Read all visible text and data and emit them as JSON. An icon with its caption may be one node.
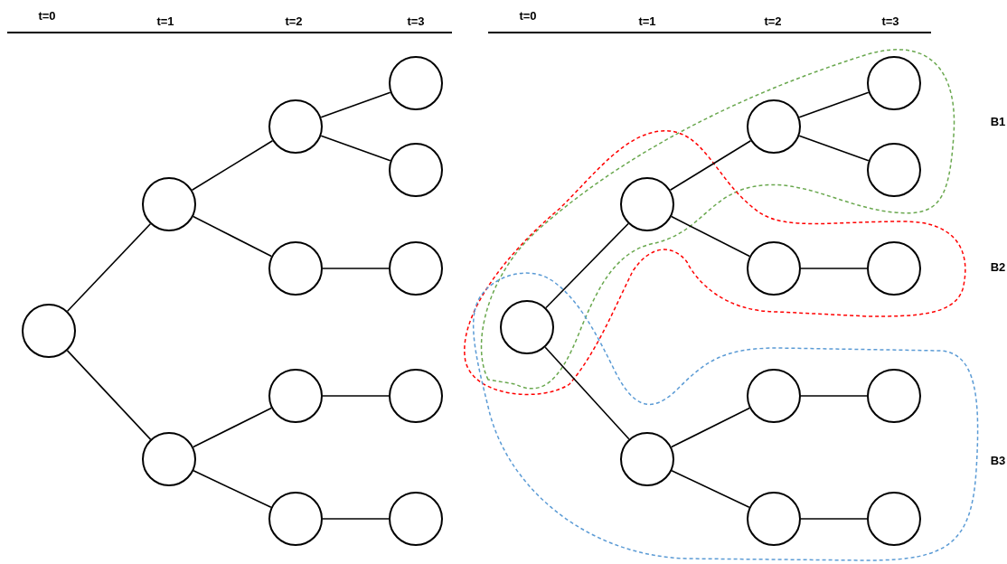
{
  "diagram": {
    "nodes": [
      {
        "text": [],
        "shape": "circle"
      },
      {
        "text": [],
        "shape": "circle"
      },
      {
        "text": [],
        "shape": "circle"
      },
      {
        "text": [],
        "shape": "circle"
      },
      {
        "text": [],
        "shape": "circle"
      },
      {
        "text": [],
        "shape": "circle"
      },
      {
        "text": [],
        "shape": "circle"
      },
      {
        "text": [],
        "shape": "circle"
      },
      {
        "text": [],
        "shape": "circle"
      },
      {
        "text": [],
        "shape": "circle"
      },
      {
        "text": [],
        "shape": "circle"
      },
      {
        "text": [],
        "shape": "circle"
      },
      {
        "text": [],
        "shape": "circle"
      },
      {
        "text": [],
        "shape": "circle"
      },
      {
        "text": [],
        "shape": "circle"
      },
      {
        "text": [],
        "shape": "circle"
      },
      {
        "text": [],
        "shape": "circle"
      },
      {
        "text": [],
        "shape": "circle"
      },
      {
        "text": [],
        "shape": "circle"
      },
      {
        "text": [],
        "shape": "circle"
      },
      {
        "text": [],
        "shape": "circle"
      },
      {
        "text": [],
        "shape": "circle"
      },
      {
        "text": [],
        "shape": "circle"
      },
      {
        "text": [],
        "shape": "circle"
      }
    ],
    "edges": [
      {
        "from": 0,
        "to": 1,
        "arrow": "none"
      },
      {
        "from": 0,
        "to": 2,
        "arrow": "none"
      },
      {
        "from": 1,
        "to": 3,
        "arrow": "none"
      },
      {
        "from": 1,
        "to": 4,
        "arrow": "none"
      },
      {
        "from": 2,
        "to": 5,
        "arrow": "none"
      },
      {
        "from": 2,
        "to": 6,
        "arrow": "none"
      },
      {
        "from": 3,
        "to": 7,
        "arrow": "none"
      },
      {
        "from": 3,
        "to": 8,
        "arrow": "none"
      },
      {
        "from": 4,
        "to": 9,
        "arrow": "none"
      },
      {
        "from": 5,
        "to": 10,
        "arrow": "none"
      },
      {
        "from": 6,
        "to": 11,
        "arrow": "none"
      },
      {
        "from": 12,
        "to": 13,
        "arrow": "none"
      },
      {
        "from": 12,
        "to": 14,
        "arrow": "none"
      },
      {
        "from": 13,
        "to": 15,
        "arrow": "none"
      },
      {
        "from": 13,
        "to": 16,
        "arrow": "none"
      },
      {
        "from": 14,
        "to": 17,
        "arrow": "none"
      },
      {
        "from": 14,
        "to": 18,
        "arrow": "none"
      },
      {
        "from": 15,
        "to": 19,
        "arrow": "none"
      },
      {
        "from": 15,
        "to": 20,
        "arrow": "none"
      },
      {
        "from": 16,
        "to": 21,
        "arrow": "none"
      },
      {
        "from": 17,
        "to": 22,
        "arrow": "none"
      },
      {
        "from": 18,
        "to": 23,
        "arrow": "none"
      }
    ],
    "labels": [
      "t=0",
      "t=1",
      "t=2",
      "t=3",
      "t=0",
      "t=1",
      "t=2",
      "t=3",
      "B1",
      "B2",
      "B3"
    ]
  }
}
